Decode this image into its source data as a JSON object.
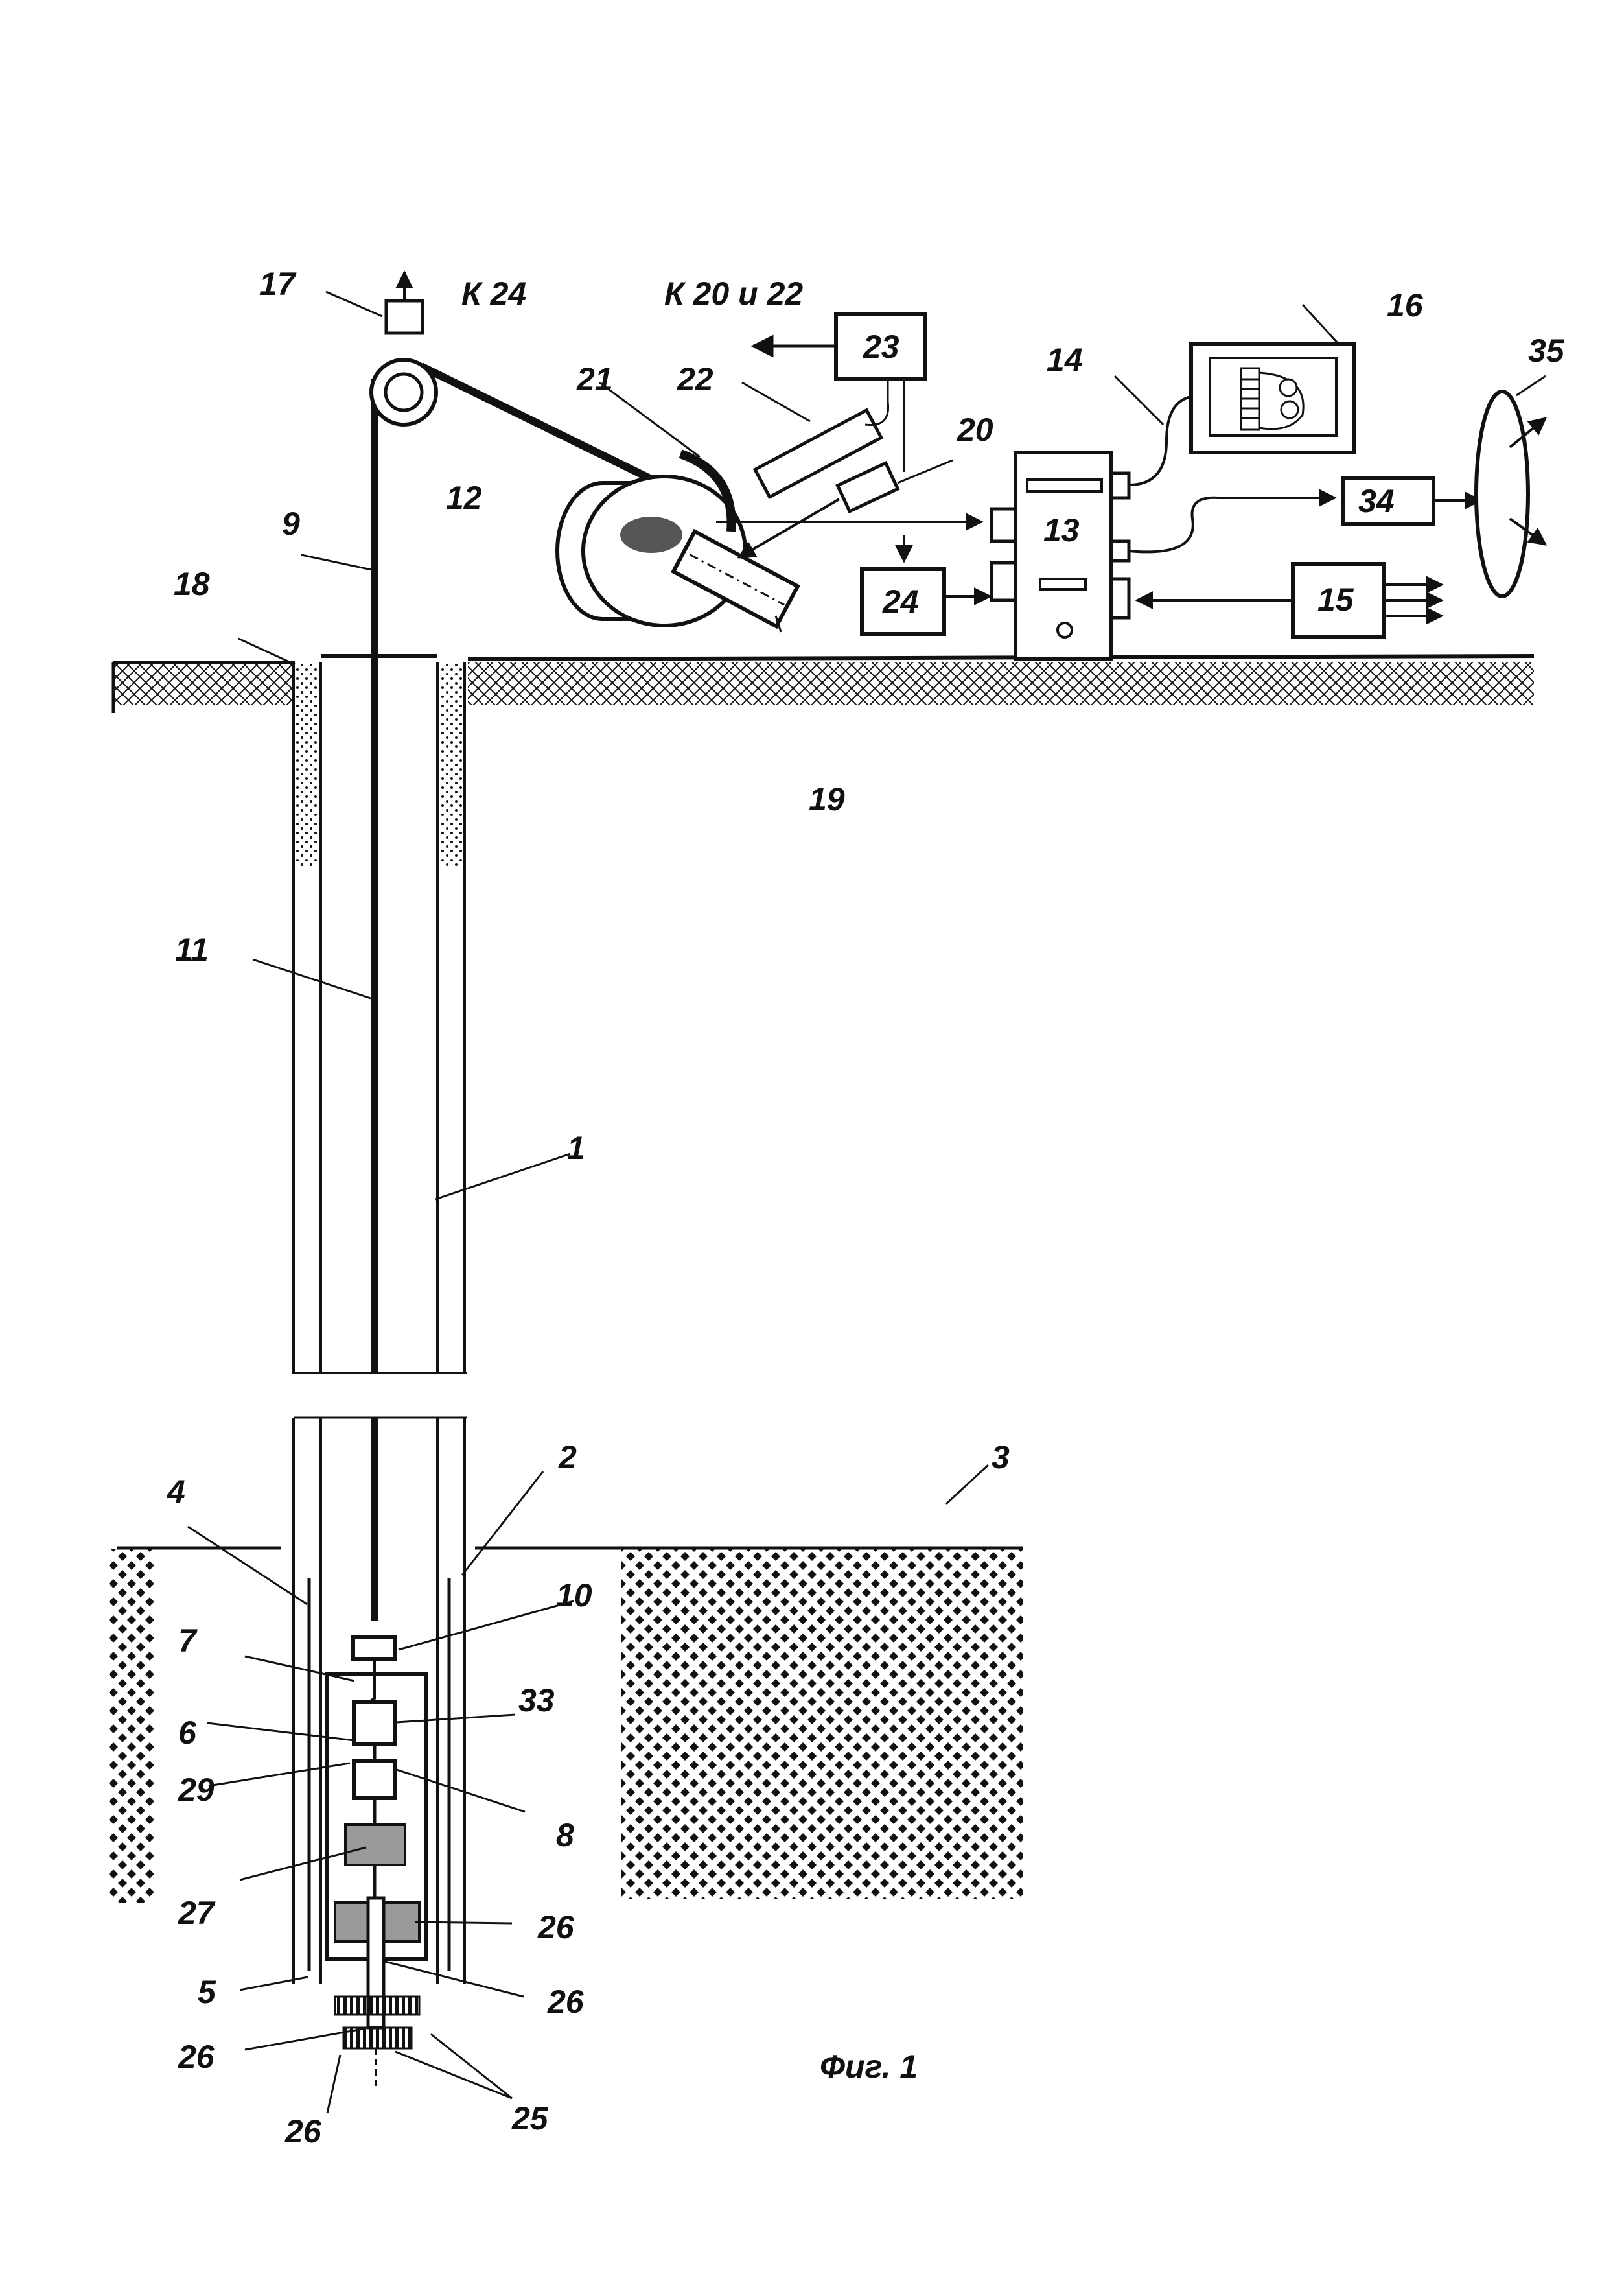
{
  "figure": {
    "caption": "Фиг. 1",
    "notes": {
      "to_24": "К 24",
      "to_20_22": "К 20 и 22"
    },
    "labels": {
      "n1": "1",
      "n2": "2",
      "n3": "3",
      "n4": "4",
      "n5": "5",
      "n6": "6",
      "n7": "7",
      "n8": "8",
      "n9": "9",
      "n10": "10",
      "n11": "11",
      "n12": "12",
      "n13": "13",
      "n14": "14",
      "n15": "15",
      "n16": "16",
      "n17": "17",
      "n18": "18",
      "n19": "19",
      "n20": "20",
      "n21": "21",
      "n22": "22",
      "n23": "23",
      "n24": "24",
      "n25": "25",
      "n26": "26",
      "n27": "27",
      "n29": "29",
      "n33": "33",
      "n34": "34",
      "n35": "35"
    },
    "colors": {
      "ink": "#111111",
      "fill_gray": "#9a9a9a",
      "paper": "#ffffff"
    }
  }
}
